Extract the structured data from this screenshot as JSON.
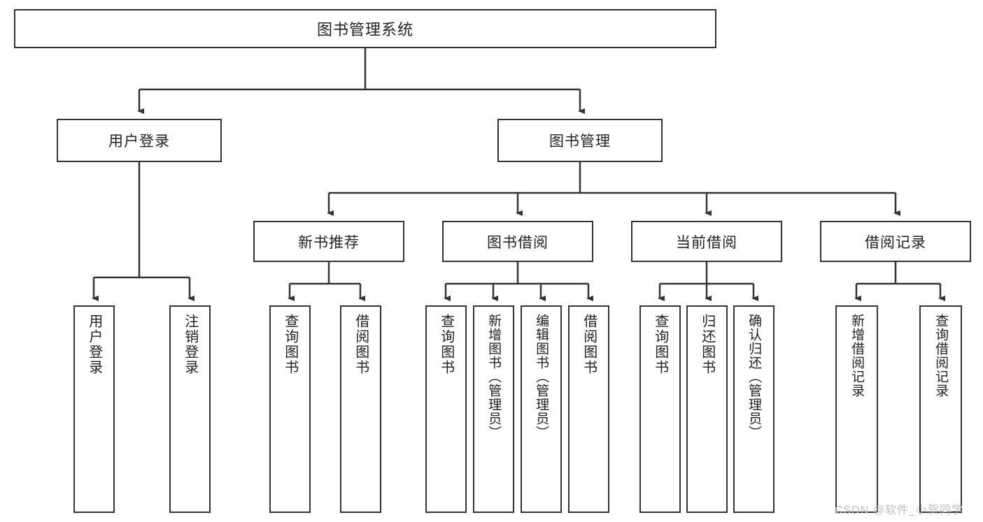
{
  "diagram": {
    "title": "图书管理系统",
    "type": "tree-hierarchy",
    "root": {
      "label": "图书管理系统"
    },
    "level1": [
      {
        "label": "用户登录"
      },
      {
        "label": "图书管理"
      }
    ],
    "level2": [
      {
        "label": "新书推荐"
      },
      {
        "label": "图书借阅"
      },
      {
        "label": "当前借阅"
      },
      {
        "label": "借阅记录"
      }
    ],
    "leaves": [
      {
        "label": "用户登录",
        "parent": "用户登录"
      },
      {
        "label": "注销登录",
        "parent": "用户登录"
      },
      {
        "label": "查询图书",
        "parent": "新书推荐"
      },
      {
        "label": "借阅图书",
        "parent": "新书推荐"
      },
      {
        "label": "查询图书",
        "parent": "图书借阅"
      },
      {
        "label": "新增图书（管理员）",
        "parent": "图书借阅"
      },
      {
        "label": "编辑图书（管理员）",
        "parent": "图书借阅"
      },
      {
        "label": "借阅图书",
        "parent": "图书借阅"
      },
      {
        "label": "查询图书",
        "parent": "当前借阅"
      },
      {
        "label": "归还图书",
        "parent": "当前借阅"
      },
      {
        "label": "确认归还（管理员）",
        "parent": "当前借阅"
      },
      {
        "label": "新增借阅记录",
        "parent": "借阅记录"
      },
      {
        "label": "查询借阅记录",
        "parent": "借阅记录"
      }
    ]
  },
  "watermark": {
    "text": "CSDN @软件_小贺同学"
  },
  "colors": {
    "stroke": "#333333",
    "text": "#222222",
    "background": "#ffffff",
    "watermark": "#bfbfbf"
  }
}
